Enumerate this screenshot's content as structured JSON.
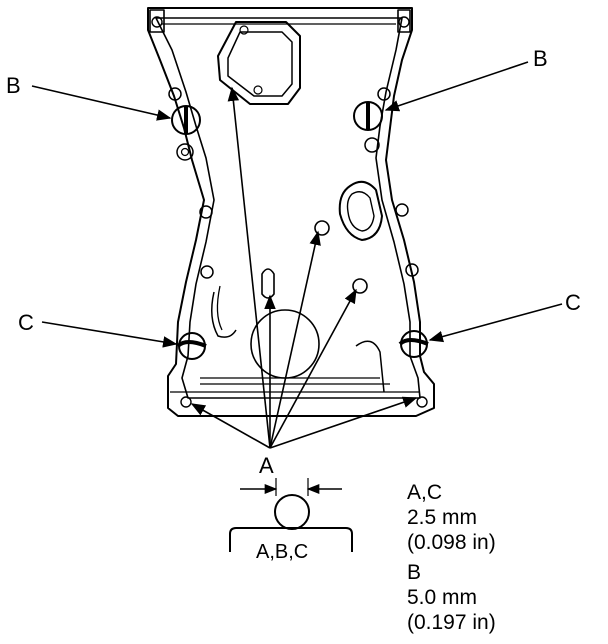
{
  "labels": {
    "a": "A",
    "b": "B",
    "c": "C",
    "section_abc": "A,B,C"
  },
  "specs": [
    {
      "parts": "A,C",
      "size_mm": "2.5 mm",
      "size_in": "(0.098 in)"
    },
    {
      "parts": "B",
      "size_mm": "5.0 mm",
      "size_in": "(0.197 in)"
    }
  ]
}
